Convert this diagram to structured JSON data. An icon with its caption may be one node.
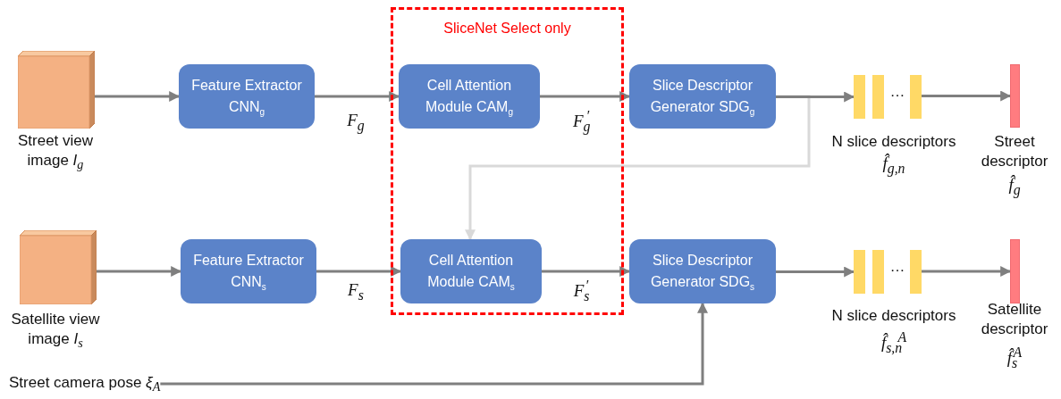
{
  "diagram": {
    "nodes": [
      {
        "text": [
          "Street view image *I*$_{g}$"
        ]
      },
      {
        "text": [
          "Feature Extractor CNN$_{g}$"
        ]
      },
      {
        "text": [
          "SliceNet Select only"
        ]
      },
      {
        "text": [
          "Cell Attention Module CAM$_{g}$"
        ],
        "in": 2
      },
      {
        "text": [
          "Slice Descriptor Generator SDG$_{g}$"
        ]
      },
      {
        "text": [
          "…",
          "N slice descriptors",
          "f̂$_{g,n}$"
        ]
      },
      {
        "text": [
          "Street descriptor",
          "f̂$_{g}$"
        ]
      },
      {
        "text": [
          "Satellite view image *I*$_{s}$"
        ]
      },
      {
        "text": [
          "Feature Extractor CNN$_{s}$"
        ]
      },
      {
        "text": [
          "Cell Attention Module CAM$_{s}$"
        ],
        "in": 2
      },
      {
        "text": [
          "Slice Descriptor Generator SDG$_{s}$"
        ]
      },
      {
        "text": [
          "…",
          "N slice descriptors",
          "f̂$_{s,n}$$^{A}$"
        ]
      },
      {
        "text": [
          "Satellite descriptor",
          "f̂$_{s}$$^{A}$"
        ]
      },
      {
        "text": [
          "Street camera pose *ξ*$_{A}$"
        ]
      }
    ],
    "edges": [
      {
        "from": 0,
        "to": 1,
        "arrow": "to"
      },
      {
        "from": 1,
        "to": 3,
        "arrow": "to",
        "label": "F$_{g}$"
      },
      {
        "from": 3,
        "to": 4,
        "arrow": "to",
        "label": "F$_{g}$$^{′}$"
      },
      {
        "from": 4,
        "to": 5,
        "arrow": "to"
      },
      {
        "from": 4,
        "to": 9,
        "arrow": "to",
        "color": "#d9d9d9"
      },
      {
        "from": 5,
        "to": 6,
        "arrow": "to"
      },
      {
        "from": 7,
        "to": 8,
        "arrow": "to"
      },
      {
        "from": 8,
        "to": 9,
        "arrow": "to",
        "label": "F$_{s}$"
      },
      {
        "from": 9,
        "to": 10,
        "arrow": "to",
        "label": "F$_{s}$$^{′}$"
      },
      {
        "from": 10,
        "to": 11,
        "arrow": "to"
      },
      {
        "from": 11,
        "to": 12,
        "arrow": "to"
      },
      {
        "from": 13,
        "to": 10,
        "arrow": "to"
      }
    ]
  }
}
